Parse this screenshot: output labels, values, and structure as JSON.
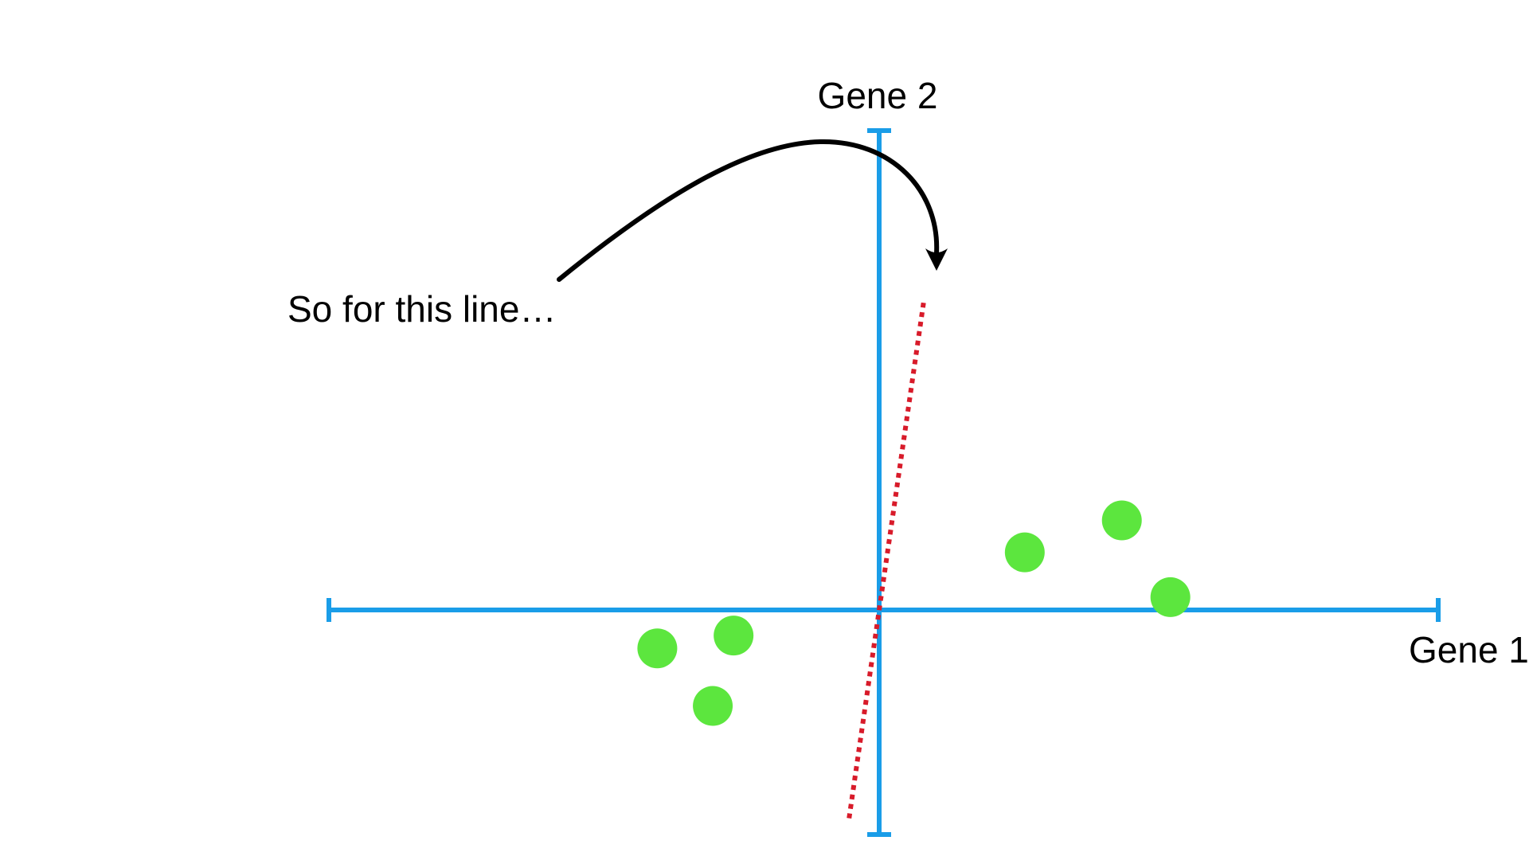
{
  "labels": {
    "x_axis": "Gene 1",
    "y_axis": "Gene 2",
    "annotation": "So for this line…"
  },
  "colors": {
    "axis": "#1a9de8",
    "points": "#5ce63e",
    "candidate_line": "#d81b2a",
    "arrow": "#000000"
  },
  "chart_data": {
    "type": "scatter",
    "xlabel": "Gene 1",
    "ylabel": "Gene 2",
    "xlim": [
      -8,
      8
    ],
    "ylim": [
      -3.5,
      7.5
    ],
    "points": [
      {
        "x": -3.2,
        "y": -0.6
      },
      {
        "x": -2.1,
        "y": -0.4
      },
      {
        "x": -2.4,
        "y": -1.5
      },
      {
        "x": 2.1,
        "y": 0.9
      },
      {
        "x": 3.5,
        "y": 1.4
      },
      {
        "x": 4.2,
        "y": 0.2
      }
    ],
    "candidate_line": {
      "slope": 7.5,
      "intercept": 0
    },
    "annotation": "So for this line…"
  }
}
